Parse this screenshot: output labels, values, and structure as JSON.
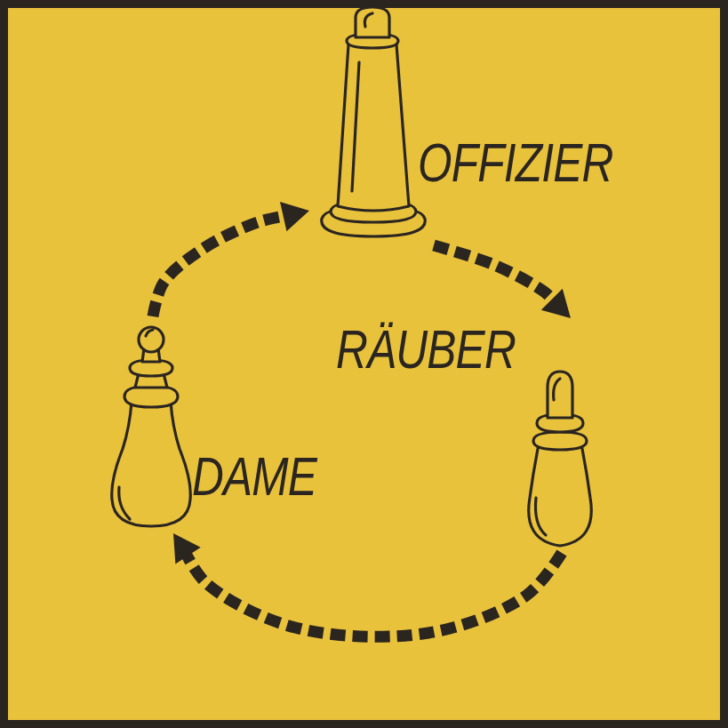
{
  "diagram": {
    "nodes": [
      {
        "text": [
          "OFFIZIER"
        ]
      },
      {
        "text": [
          "RÄUBER"
        ]
      },
      {
        "text": [
          "DAME"
        ]
      }
    ],
    "edges": [
      {
        "from": 2,
        "to": 0,
        "arrow": "to"
      },
      {
        "from": 0,
        "to": 1,
        "arrow": "to"
      },
      {
        "from": 1,
        "to": 2,
        "arrow": "to"
      }
    ]
  }
}
